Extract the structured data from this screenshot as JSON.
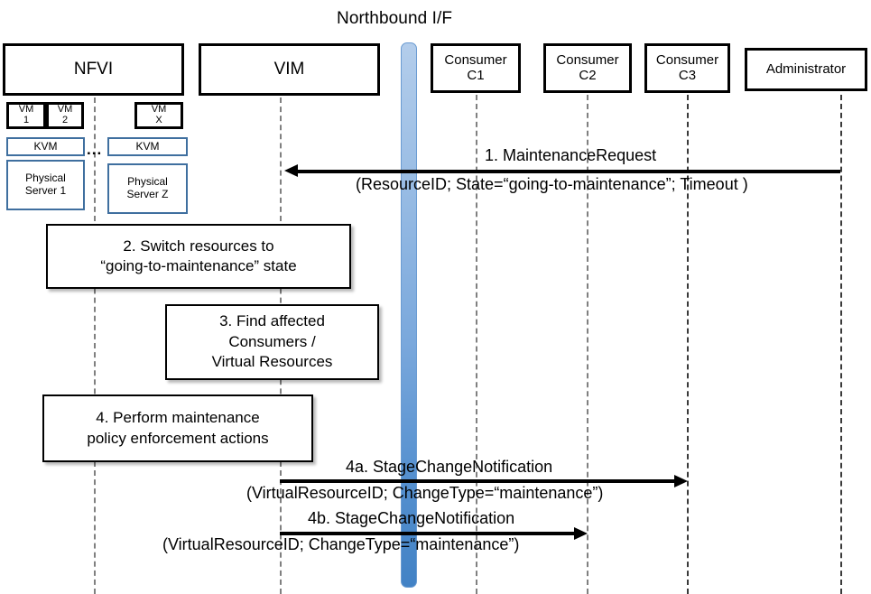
{
  "diagram": {
    "title": "Northbound I/F",
    "type": "uml-sequence-diagram"
  },
  "actors": [
    {
      "id": "nfvi",
      "label": "NFVI"
    },
    {
      "id": "vim",
      "label": "VIM"
    },
    {
      "id": "c1",
      "label_line1": "Consumer",
      "label_line2": "C1"
    },
    {
      "id": "c2",
      "label_line1": "Consumer",
      "label_line2": "C2"
    },
    {
      "id": "c3",
      "label_line1": "Consumer",
      "label_line2": "C3"
    },
    {
      "id": "admin",
      "label": "Administrator"
    }
  ],
  "infrastructure": {
    "vms": [
      {
        "line1": "VM",
        "line2": "1"
      },
      {
        "line1": "VM",
        "line2": "2"
      },
      {
        "line1": "VM",
        "line2": "X"
      }
    ],
    "hypervisors": [
      {
        "label": "KVM"
      },
      {
        "label": "KVM"
      }
    ],
    "servers": [
      {
        "line1": "Physical",
        "line2": "Server 1"
      },
      {
        "line1": "Physical",
        "line2": "Server Z"
      }
    ],
    "ellipsis": "..."
  },
  "messages": [
    {
      "id": "m1",
      "number": "1.",
      "name": "MaintenanceRequest",
      "upper_text": "1.    MaintenanceRequest",
      "lower_text": "(ResourceID; State=“going-to-maintenance”; Timeout )",
      "from": "Administrator",
      "to": "VIM",
      "direction": "left"
    },
    {
      "id": "m4a",
      "number": "4a.",
      "name": "StageChangeNotification",
      "upper_text": "4a. StageChangeNotification",
      "lower_text": "(VirtualResourceID; ChangeType=“maintenance”)",
      "from": "VIM",
      "to": "Consumer C3",
      "direction": "right"
    },
    {
      "id": "m4b",
      "number": "4b.",
      "name": "StageChangeNotification",
      "upper_text": "4b. StageChangeNotification",
      "lower_text": "(VirtualResourceID; ChangeType=“maintenance”)",
      "from": "VIM",
      "to": "Consumer C2",
      "direction": "right"
    }
  ],
  "actions": [
    {
      "id": "a2",
      "line1": "2. Switch resources to",
      "line2": "“going-to-maintenance” state"
    },
    {
      "id": "a3",
      "line1": "3. Find affected",
      "line2": "Consumers /",
      "line3": "Virtual Resources"
    },
    {
      "id": "a4",
      "line1": "4. Perform maintenance",
      "line2": "policy enforcement actions"
    }
  ],
  "colors": {
    "interface_bar_top": "#b3cdeb",
    "interface_bar_bottom": "#4282c5",
    "infra_border": "#3f6f9f",
    "actor_border": "#000000",
    "lifeline": "#808080"
  }
}
